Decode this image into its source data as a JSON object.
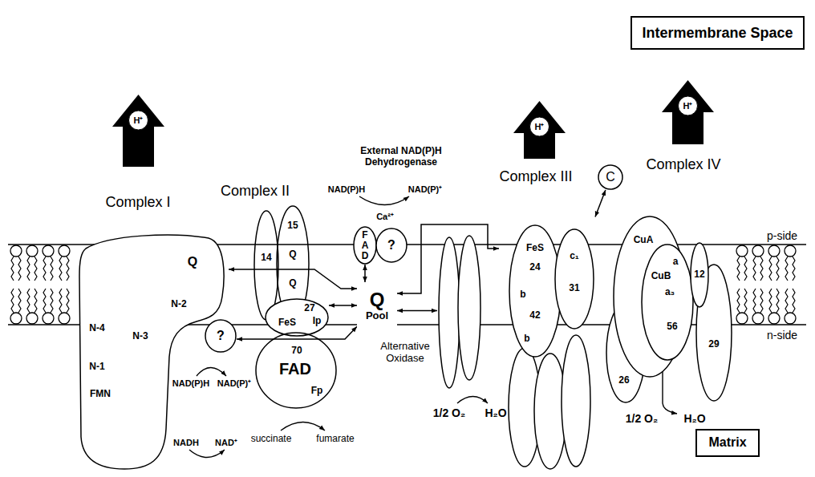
{
  "diagram": {
    "nodes": [
      {
        "text": [
          "Intermembrane Space"
        ]
      },
      {
        "text": [
          "H⁺"
        ]
      },
      {
        "text": [
          "H⁺"
        ]
      },
      {
        "text": [
          "H⁺"
        ]
      },
      {
        "text": [
          "Q",
          "N-2",
          "N-4",
          "N-3",
          "N-1",
          "FMN"
        ]
      },
      {
        "text": [
          "?"
        ]
      },
      {
        "text": [
          "14"
        ]
      },
      {
        "text": [
          "15",
          "Q",
          "Q"
        ]
      },
      {
        "text": [
          "27",
          "FeS",
          "Ip"
        ]
      },
      {
        "text": [
          "70",
          "FAD",
          "Fp"
        ]
      },
      {
        "text": [
          "FAD"
        ]
      },
      {
        "text": [
          "?"
        ]
      },
      {
        "text": [
          "Q",
          "Pool"
        ]
      },
      {
        "text": [
          "Alternative Oxidase"
        ]
      },
      {
        "text": [
          "C"
        ]
      },
      {
        "text": [
          "FeS",
          "24",
          "b",
          "42",
          "b",
          "c₁",
          "31"
        ]
      },
      {
        "text": [
          "CuA",
          "a",
          "CuB",
          "12",
          "a₃",
          "56",
          "26",
          "29"
        ]
      },
      {
        "text": [
          "Matrix"
        ]
      }
    ],
    "edges": [
      {
        "from": 4,
        "to": 12,
        "arrow": "both"
      },
      {
        "from": 5,
        "to": 12,
        "arrow": "both"
      },
      {
        "from": 8,
        "to": 12,
        "arrow": "both"
      },
      {
        "from": 10,
        "to": 12,
        "arrow": "both"
      },
      {
        "from": 12,
        "to": 13,
        "arrow": "both"
      },
      {
        "from": 12,
        "to": 15,
        "arrow": "both"
      },
      {
        "from": 14,
        "to": 15,
        "arrow": "both"
      }
    ],
    "labels": [
      "Complex I",
      "Complex II",
      "External NAD(P)H Dehydrogenase",
      "NAD(P)H",
      "NAD(P)⁺",
      "Ca²⁺",
      "Complex III",
      "Complex IV",
      "p-side",
      "n-side",
      "NAD(P)H",
      "NAD(P)⁺",
      "NADH",
      "NAD⁺",
      "succinate",
      "fumarate",
      "1/2 O₂",
      "H₂O",
      "1/2 O₂",
      "H₂O"
    ]
  }
}
